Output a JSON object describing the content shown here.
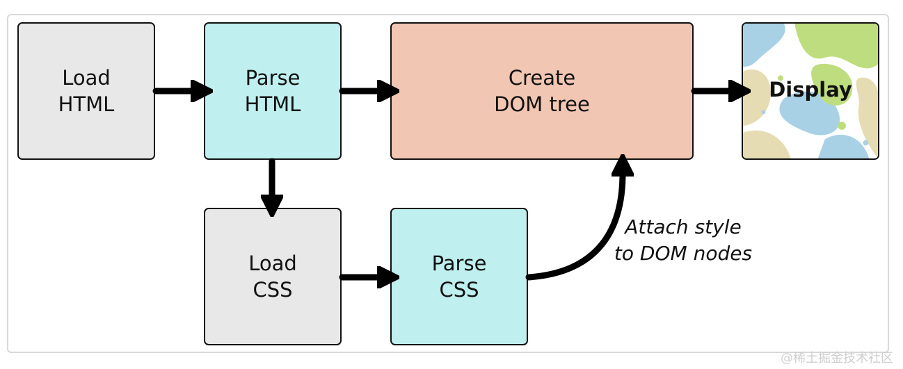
{
  "nodes": {
    "load_html": {
      "line1": "Load",
      "line2": "HTML"
    },
    "parse_html": {
      "line1": "Parse",
      "line2": "HTML"
    },
    "create_dom": {
      "line1": "Create",
      "line2": "DOM tree"
    },
    "display": {
      "label": "Display"
    },
    "load_css": {
      "line1": "Load",
      "line2": "CSS"
    },
    "parse_css": {
      "line1": "Parse",
      "line2": "CSS"
    }
  },
  "annotation": {
    "line1": "Attach style",
    "line2": "to DOM nodes"
  },
  "watermark": "@稀土掘金技术社区",
  "colors": {
    "gray_box": "#e8e8e8",
    "cyan_box": "#bfefee",
    "salmon_box": "#f1c6b2",
    "arrow": "#000000",
    "display_blue": "#a8d1e6",
    "display_green": "#bedd7e",
    "display_tan": "#e6dcb4"
  }
}
